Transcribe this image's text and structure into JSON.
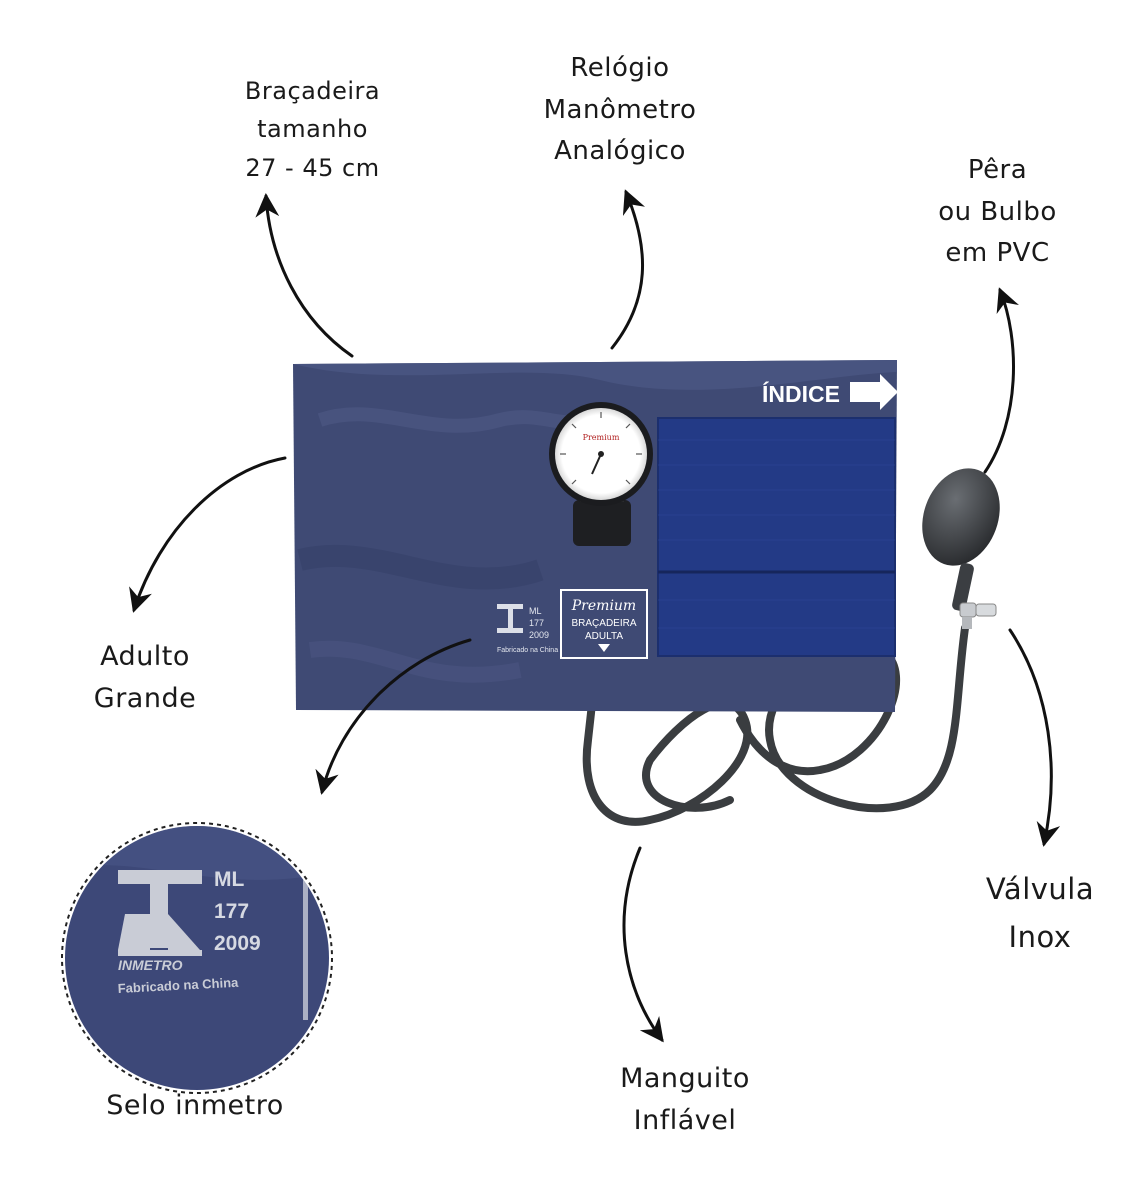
{
  "labels": {
    "bracadeira": [
      "Braçadeira",
      "tamanho",
      "27 - 45 cm"
    ],
    "relogio": [
      "Relógio",
      "Manômetro",
      "Analógico"
    ],
    "pera": [
      "Pêra",
      "ou Bulbo",
      "em PVC"
    ],
    "adulto": [
      "Adulto",
      "Grande"
    ],
    "valvula": [
      "Válvula",
      "Inox"
    ],
    "manguito": [
      "Manguito",
      "Inflável"
    ],
    "selo": [
      "Selo inmetro"
    ]
  },
  "cuff": {
    "indice_label": "ÍNDICE",
    "premium_lines": [
      "Premium",
      "BRAÇADEIRA",
      "ADULTA"
    ],
    "seal_small": [
      "ML",
      "177",
      "2009"
    ],
    "seal_small_footer": "Fabricado na China"
  },
  "zoom_seal": {
    "code_lines": [
      "ML",
      "177",
      "2009"
    ],
    "brand": "INMETRO",
    "footer": "Fabricado na China"
  },
  "colors": {
    "cuff": "#3f4a74",
    "velcro": "#233a86",
    "hose": "#3a3d40",
    "bulb": "#3b3e42",
    "arrow": "#111111"
  }
}
